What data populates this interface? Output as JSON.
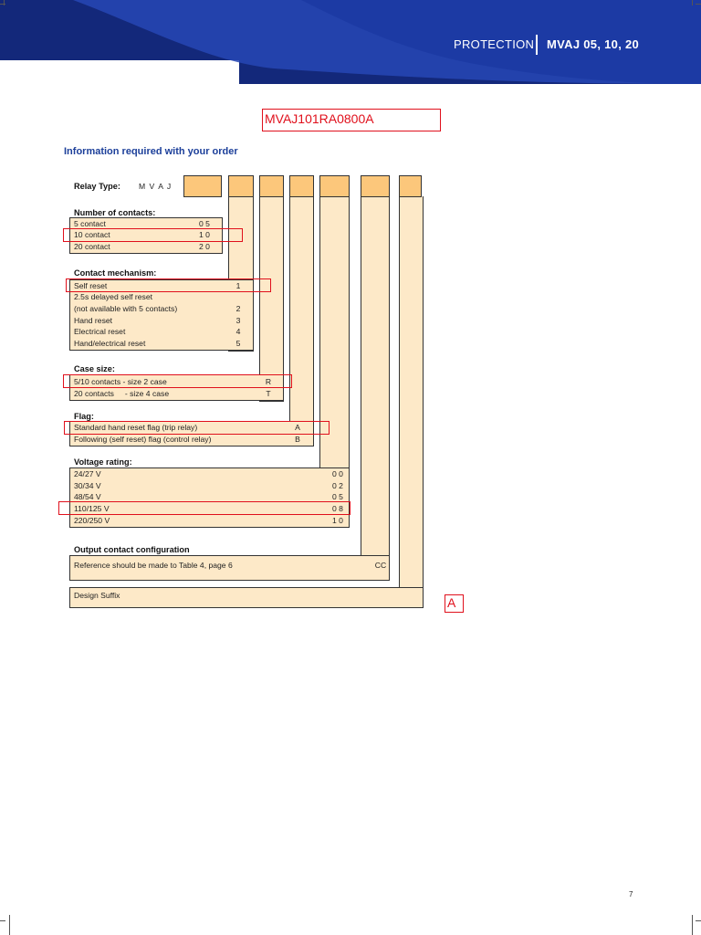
{
  "header": {
    "section": "PROTECTION",
    "product": "MVAJ 05, 10, 20",
    "colors": {
      "dark": "#13287a",
      "mid": "#2747b5"
    }
  },
  "annotation": {
    "code": "MVAJ101RA0800A",
    "suffix": "A"
  },
  "title": "Information required with your order",
  "relay_type": {
    "label": "Relay Type:",
    "value": "M V A J"
  },
  "contacts": {
    "heading": "Number of contacts:",
    "items": [
      {
        "label": "5 contact",
        "code": "0 5"
      },
      {
        "label": "10 contact",
        "code": "1 0"
      },
      {
        "label": "20 contact",
        "code": "2 0"
      }
    ]
  },
  "mechanism": {
    "heading": "Contact mechanism:",
    "items": [
      {
        "label": "Self reset",
        "code": "1"
      },
      {
        "label": "2.5s delayed self reset",
        "code": ""
      },
      {
        "label": "(not available with 5 contacts)",
        "code": "2"
      },
      {
        "label": "Hand reset",
        "code": "3"
      },
      {
        "label": "Electrical reset",
        "code": "4"
      },
      {
        "label": "Hand/electrical reset",
        "code": "5"
      }
    ]
  },
  "case": {
    "heading": "Case size:",
    "items": [
      {
        "label": "5/10 contacts - size 2 case",
        "code": "R"
      },
      {
        "label": "20 contacts     - size 4 case",
        "code": "T"
      }
    ]
  },
  "flag": {
    "heading": "Flag:",
    "items": [
      {
        "label": "Standard hand reset flag (trip relay)",
        "code": "A"
      },
      {
        "label": "Following (self reset) flag (control relay)",
        "code": "B"
      }
    ]
  },
  "voltage": {
    "heading": "Voltage rating:",
    "items": [
      {
        "label": "24/27 V",
        "code": "0 0"
      },
      {
        "label": "30/34 V",
        "code": "0 2"
      },
      {
        "label": "48/54 V",
        "code": "0 5"
      },
      {
        "label": "110/125 V",
        "code": "0 8"
      },
      {
        "label": "220/250 V",
        "code": "1 0"
      }
    ]
  },
  "output": {
    "heading": "Output contact configuration",
    "text": "Reference should be made to Table 4, page 6",
    "code": "CC"
  },
  "suffix": {
    "label": "Design Suffix"
  },
  "page_number": "7"
}
